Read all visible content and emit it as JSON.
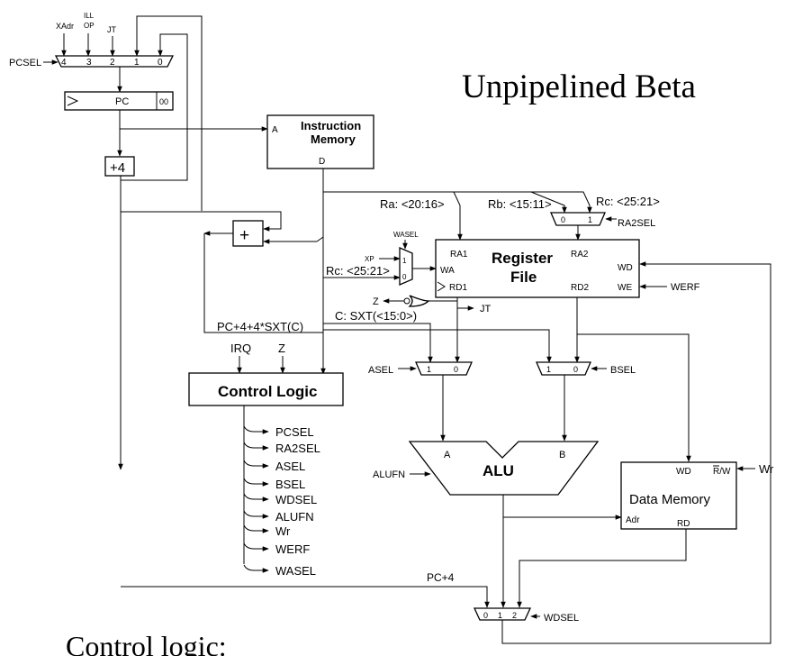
{
  "title": "Unpipelined Beta",
  "footer_text": "Control logic:",
  "pcsel_mux": {
    "select_label": "PCSEL",
    "inputs": [
      "4",
      "3",
      "2",
      "1",
      "0"
    ],
    "input_names": [
      "XAdr",
      "ILL",
      "OP",
      "JT"
    ]
  },
  "pc": {
    "label": "PC",
    "suffix": "00"
  },
  "plus4": {
    "label": "+4"
  },
  "adder": {
    "label": "+"
  },
  "imem": {
    "title_line1": "Instruction",
    "title_line2": "Memory",
    "port_a": "A",
    "port_d": "D"
  },
  "fields": {
    "ra": "Ra: <20:16>",
    "rb": "Rb: <15:11>",
    "rc_top": "Rc: <25:21>",
    "rc_wa": "Rc: <25:21>",
    "c_sxt": "C: SXT(<15:0>)",
    "branch": "PC+4+4*SXT(C)"
  },
  "ra2sel_mux": {
    "inputs": [
      "0",
      "1"
    ],
    "select_label": "RA2SEL"
  },
  "wasel_mux": {
    "select_label": "WASEL",
    "xp": "XP",
    "inputs": [
      "1",
      "0"
    ]
  },
  "regfile": {
    "title_line1": "Register",
    "title_line2": "File",
    "ports": {
      "ra1": "RA1",
      "ra2": "RA2",
      "wa": "WA",
      "rd1": "RD1",
      "rd2": "RD2",
      "wd": "WD",
      "we": "WE"
    },
    "werf": "WERF"
  },
  "z_label": "Z",
  "jt_label": "JT",
  "control": {
    "title": "Control Logic",
    "inputs": [
      "IRQ",
      "Z"
    ],
    "outputs": [
      "PCSEL",
      "RA2SEL",
      "ASEL",
      "BSEL",
      "WDSEL",
      "ALUFN",
      "Wr",
      "WERF",
      "WASEL"
    ]
  },
  "asel_mux": {
    "inputs": [
      "1",
      "0"
    ],
    "select_label": "ASEL"
  },
  "bsel_mux": {
    "inputs": [
      "1",
      "0"
    ],
    "select_label": "BSEL"
  },
  "alu": {
    "label": "ALU",
    "in_a": "A",
    "in_b": "B",
    "fn": "ALUFN"
  },
  "dmem": {
    "title": "Data Memory",
    "wd": "WD",
    "rw": "R/W",
    "adr": "Adr",
    "rd": "RD",
    "wr": "Wr"
  },
  "wdsel_mux": {
    "inputs": [
      "0",
      "1",
      "2"
    ],
    "select_label": "WDSEL",
    "pc4": "PC+4"
  }
}
